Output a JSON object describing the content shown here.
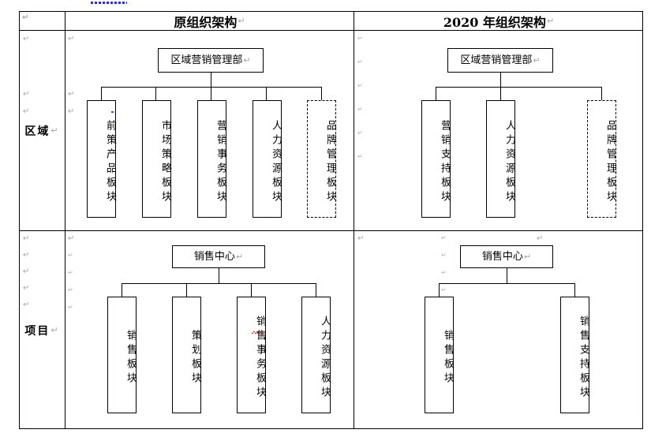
{
  "document": {
    "kind": "word-table-org-chart",
    "page_background": "#ffffff",
    "line_color": "#000000",
    "anchor_color": "#2b2bf5",
    "spellcheck_blue": "#3a4ff0",
    "spellcheck_red": "#e01b1b",
    "pilcrow": "↵"
  },
  "table": {
    "columns": [
      {
        "key": "rowlabel",
        "header": ""
      },
      {
        "key": "before",
        "header": "原组织架构"
      },
      {
        "key": "after",
        "header": "2020 年组织架构"
      }
    ],
    "rows": [
      {
        "label": "区域",
        "before": {
          "root": "区域营销管理部",
          "children": [
            {
              "text": "前策产品板块",
              "style": "solid",
              "spellcheck": "blue"
            },
            {
              "text": "市场策略板块",
              "style": "solid",
              "spellcheck": "none"
            },
            {
              "text": "营销事务板块",
              "style": "solid",
              "spellcheck": "none"
            },
            {
              "text": "人力资源板块",
              "style": "solid",
              "spellcheck": "none"
            },
            {
              "text": "品牌管理板块",
              "style": "dashed",
              "spellcheck": "none"
            }
          ]
        },
        "after": {
          "root": "区域营销管理部",
          "children": [
            {
              "text": "营销支持板块",
              "style": "solid",
              "spellcheck": "none"
            },
            {
              "text": "人力资源板块",
              "style": "solid",
              "spellcheck": "none"
            },
            {
              "text": "品牌管理板块",
              "style": "dashed",
              "spellcheck": "none"
            }
          ]
        }
      },
      {
        "label": "项目",
        "before": {
          "root": "销售中心",
          "children": [
            {
              "text": "销售板块",
              "style": "solid",
              "spellcheck": "none"
            },
            {
              "text": "策划板块",
              "style": "solid",
              "spellcheck": "none"
            },
            {
              "text": "销售事务板块",
              "style": "solid",
              "spellcheck": "red"
            },
            {
              "text": "人力资源板块",
              "style": "solid",
              "spellcheck": "none"
            }
          ]
        },
        "after": {
          "root": "销售中心",
          "children": [
            {
              "text": "销售板块",
              "style": "solid",
              "spellcheck": "none"
            },
            {
              "text": "销售支持板块",
              "style": "solid",
              "spellcheck": "none"
            }
          ]
        }
      }
    ]
  }
}
